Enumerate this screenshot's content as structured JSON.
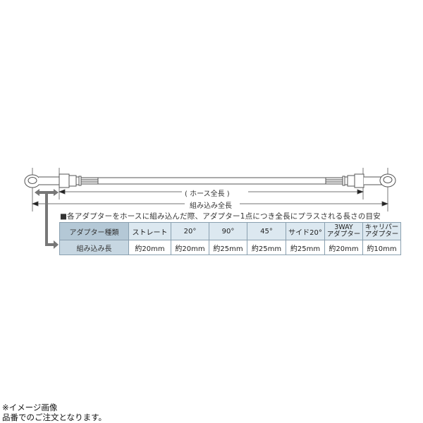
{
  "diagram": {
    "hose_length_label": "( ホース全長 )",
    "assembled_length_label": "組み込み全長"
  },
  "table": {
    "heading": "■各アダプターをホースに組み込んだ際、アダプター1点につき全長にプラスされる長さの目安",
    "row_headers": [
      "アダプター種類",
      "組み込み長"
    ],
    "columns": [
      {
        "type": "ストレート",
        "length": "約20mm"
      },
      {
        "type": "20°",
        "length": "約20mm"
      },
      {
        "type": "90°",
        "length": "約25mm"
      },
      {
        "type": "45°",
        "length": "約25mm"
      },
      {
        "type": "サイド20°",
        "length": "約25mm"
      },
      {
        "type_line1": "3WAY",
        "type_line2": "アダプター",
        "length": "約20mm"
      },
      {
        "type_line1": "キャリパー",
        "type_line2": "アダプター",
        "length": "約10mm"
      }
    ],
    "colors": {
      "header_bg": "#b4c8d6",
      "row1_bg": "#dce8f0",
      "border": "#8aa0b0"
    }
  },
  "notes": {
    "line1": "※イメージ画像",
    "line2": "品番でのご注文となります。"
  }
}
